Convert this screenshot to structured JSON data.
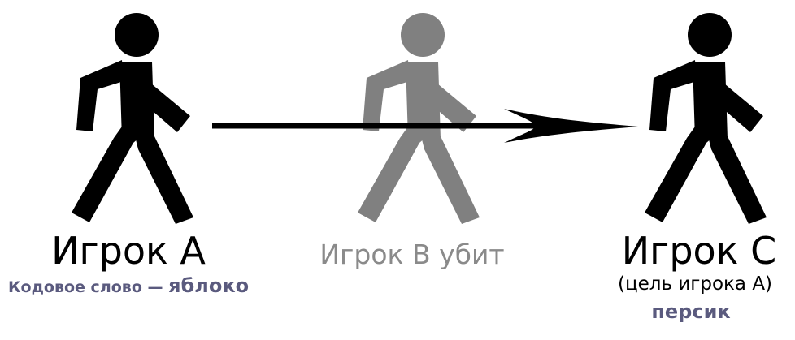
{
  "colors": {
    "alive_figure": "#000000",
    "dead_figure": "#808080",
    "arrow": "#000000",
    "codeword": "#5a5a7e"
  },
  "icons": {
    "player_a": "walking-person-icon",
    "player_b": "walking-person-icon",
    "player_c": "walking-person-icon",
    "arrow": "arrow-right-icon"
  },
  "player_a": {
    "name": "Игрок А",
    "code_prefix": "Кодовое слово — ",
    "code_word": "яблоко"
  },
  "player_b": {
    "status": "Игрок В убит"
  },
  "player_c": {
    "name": "Игрок С",
    "subtitle": "(цель игрока А)",
    "code_word": "персик"
  }
}
